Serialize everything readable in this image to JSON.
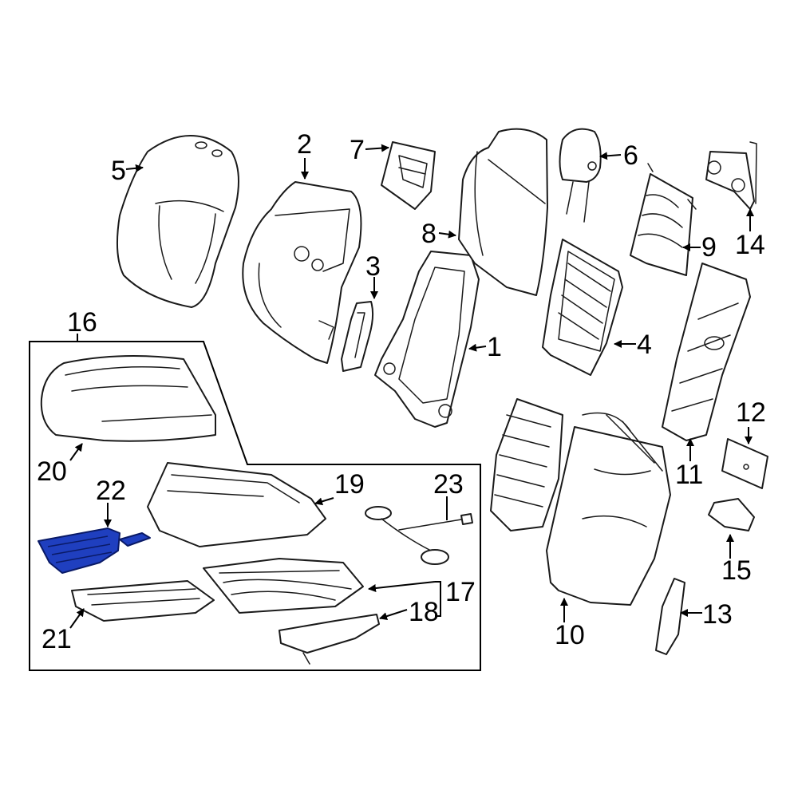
{
  "diagram": {
    "callouts": [
      "1",
      "2",
      "3",
      "4",
      "5",
      "6",
      "7",
      "8",
      "9",
      "10",
      "11",
      "12",
      "13",
      "14",
      "15",
      "16",
      "17",
      "18",
      "19",
      "20",
      "21",
      "22",
      "23"
    ],
    "highlighted_part": "22",
    "highlight_color": "#1f3fbf"
  }
}
